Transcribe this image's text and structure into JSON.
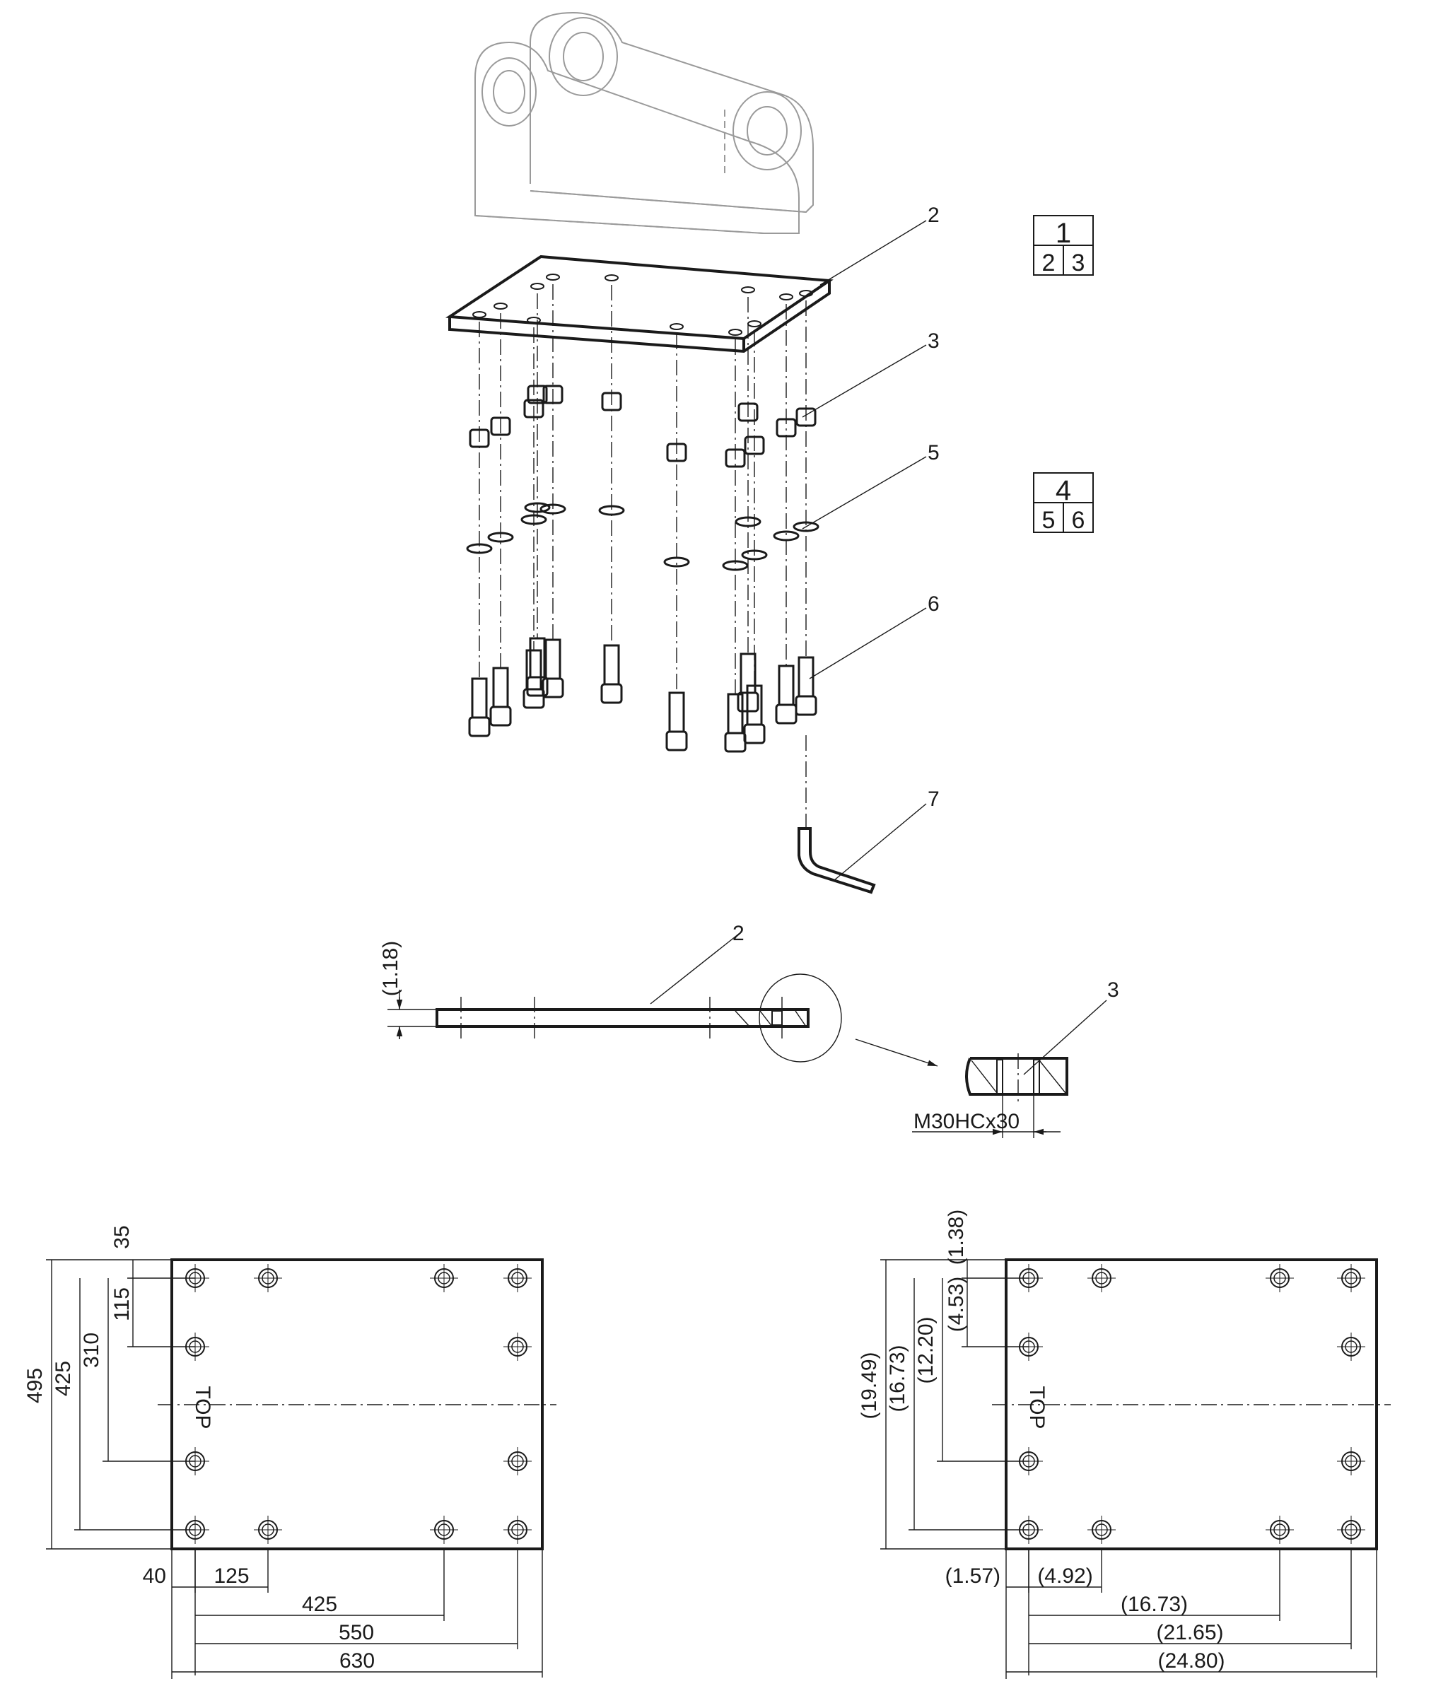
{
  "callouts": {
    "c2": "2",
    "c3": "3",
    "c5": "5",
    "c6": "6",
    "c7": "7",
    "side2": "2",
    "detail3": "3"
  },
  "bom_boxes": [
    {
      "top": "1",
      "bottom_left": "2",
      "bottom_right": "3"
    },
    {
      "top": "4",
      "bottom_left": "5",
      "bottom_right": "6"
    }
  ],
  "side_view": {
    "thickness_in": "(1.18)",
    "thread_spec": "M30HCx30"
  },
  "plan_metric": {
    "top_label": "TOP",
    "vertical": [
      "35",
      "115",
      "310",
      "425",
      "495"
    ],
    "horizontal": [
      "40",
      "125",
      "425",
      "550",
      "630"
    ]
  },
  "plan_imperial": {
    "top_label": "TOP",
    "vertical": [
      "(1.38)",
      "(4.53)",
      "(12.20)",
      "(16.73)",
      "(19.49)"
    ],
    "horizontal": [
      "(1.57)",
      "(4.92)",
      "(16.73)",
      "(21.65)",
      "(24.80)"
    ]
  }
}
